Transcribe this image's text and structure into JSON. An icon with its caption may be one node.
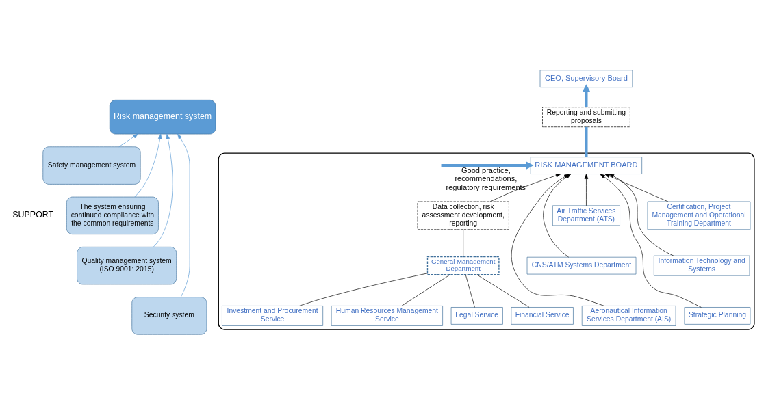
{
  "diagram": {
    "nodes": [
      {
        "text": [
          "Safety management system"
        ]
      },
      {
        "text": [
          "The system ensuring continued compliance with the common requirements"
        ]
      },
      {
        "text": [
          "Quality management system (ISO 9001: 2015)"
        ]
      },
      {
        "text": [
          "Security system"
        ]
      },
      {
        "text": [
          "Risk management system"
        ]
      },
      {
        "text": [],
        "shape": "box"
      },
      {
        "text": [
          "CEO, Supervisory Board"
        ]
      },
      {
        "text": [
          "Reporting and submitting proposals"
        ]
      },
      {
        "text": [
          "RISK MANAGEMENT BOARD"
        ],
        "in": 5
      },
      {
        "text": [
          "Certification, Project Management and Operational Training Department"
        ],
        "in": 5
      },
      {
        "text": [
          "Information Technology and Systems"
        ],
        "in": 5
      },
      {
        "text": [
          "Strategic Planning"
        ],
        "in": 5
      },
      {
        "text": [
          "Air Traffic Services Department (ATS)"
        ],
        "in": 5
      },
      {
        "text": [
          "CNS/ATM Systems Department"
        ],
        "in": 5
      },
      {
        "text": [
          "Aeronautical Information Services Department (AIS)"
        ],
        "in": 5
      },
      {
        "text": [
          "Data collection, risk assessment development, reporting"
        ],
        "in": 5
      },
      {
        "text": [
          "General Management Department"
        ],
        "in": 5
      },
      {
        "text": [
          "Financial Service"
        ],
        "in": 5
      },
      {
        "text": [
          "Legal Service"
        ],
        "in": 5
      },
      {
        "text": [
          "Human Resources Management Service"
        ],
        "in": 5
      },
      {
        "text": [
          "Investment and Procurement Service"
        ],
        "in": 5
      }
    ],
    "edges": [
      {
        "from": 0,
        "to": 4,
        "arrow": "to",
        "color": "#5b9bd5"
      },
      {
        "from": 1,
        "to": 4,
        "arrow": "to",
        "color": "#5b9bd5"
      },
      {
        "from": 2,
        "to": 4,
        "arrow": "to",
        "color": "#5b9bd5"
      },
      {
        "from": 3,
        "to": 4,
        "arrow": "to",
        "color": "#5b9bd5"
      },
      {
        "from": 8,
        "to": 7,
        "arrow": "none",
        "style": "thick",
        "color": "#5b9bd5"
      },
      {
        "from": 7,
        "to": 6,
        "arrow": "to",
        "style": "thick",
        "color": "#5b9bd5"
      },
      {
        "from": null,
        "to": 8,
        "arrow": "to",
        "label": "Good practice, recommendations, regulatory requirements",
        "style": "thick",
        "color": "#5b9bd5"
      },
      {
        "from": 9,
        "to": 8,
        "arrow": "to"
      },
      {
        "from": 10,
        "to": 8,
        "arrow": "to"
      },
      {
        "from": 11,
        "to": 8,
        "arrow": "to"
      },
      {
        "from": 12,
        "to": 8,
        "arrow": "to"
      },
      {
        "from": 13,
        "to": 8,
        "arrow": "to"
      },
      {
        "from": 14,
        "to": 8,
        "arrow": "to"
      },
      {
        "from": 16,
        "to": 15,
        "arrow": "none"
      },
      {
        "from": 15,
        "to": 8,
        "arrow": "to"
      },
      {
        "from": 17,
        "to": 16,
        "arrow": "none"
      },
      {
        "from": 18,
        "to": 16,
        "arrow": "none"
      },
      {
        "from": 19,
        "to": 16,
        "arrow": "none"
      },
      {
        "from": 20,
        "to": 16,
        "arrow": "none"
      }
    ],
    "labels": [
      "SUPPORT"
    ]
  }
}
